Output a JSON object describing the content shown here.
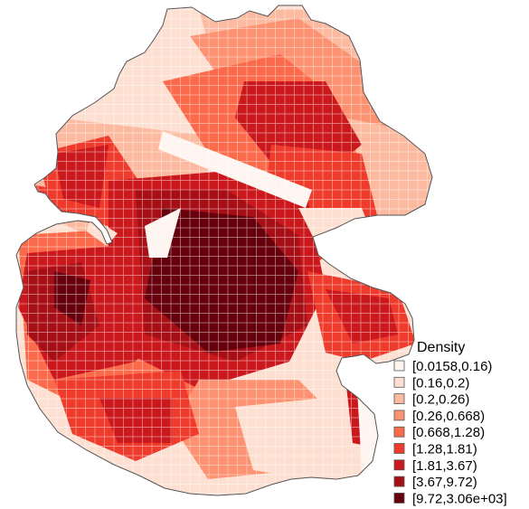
{
  "legend": {
    "title": "Density",
    "items": [
      {
        "label": "[0.0158,0.16)",
        "color": "#fff5f0"
      },
      {
        "label": "[0.16,0.2)",
        "color": "#fee0d2"
      },
      {
        "label": "[0.2,0.26)",
        "color": "#fcbba1"
      },
      {
        "label": "[0.26,0.668)",
        "color": "#fc9272"
      },
      {
        "label": "[0.668,1.28)",
        "color": "#fb6a4a"
      },
      {
        "label": "[1.28,1.81)",
        "color": "#ef3b2c"
      },
      {
        "label": "[1.81,3.67)",
        "color": "#cb181d"
      },
      {
        "label": "[3.67,9.72)",
        "color": "#a50f15"
      },
      {
        "label": "[9.72,3.06e+03]",
        "color": "#67000d"
      }
    ]
  },
  "colors": {
    "outline": "#555555",
    "grid": "#ffffff",
    "background": "#ffffff"
  }
}
